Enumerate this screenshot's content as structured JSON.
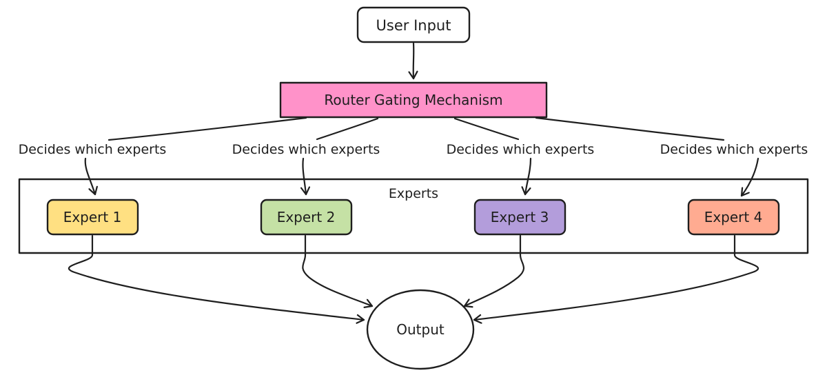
{
  "nodes": {
    "user_input": "User Input",
    "router": "Router Gating Mechanism",
    "experts_group": "Experts",
    "output": "Output"
  },
  "edge_labels": [
    "Decides which experts",
    "Decides which experts",
    "Decides which experts",
    "Decides which experts"
  ],
  "experts": [
    {
      "label": "Expert 1",
      "color": "#ffe082"
    },
    {
      "label": "Expert 2",
      "color": "#c5e1a5"
    },
    {
      "label": "Expert 3",
      "color": "#b39ddb"
    },
    {
      "label": "Expert 4",
      "color": "#ffab91"
    }
  ],
  "colors": {
    "router_fill": "#ff92c9",
    "user_input_fill": "#ffffff",
    "output_fill": "#ffffff",
    "stroke": "#1e1e1e"
  }
}
